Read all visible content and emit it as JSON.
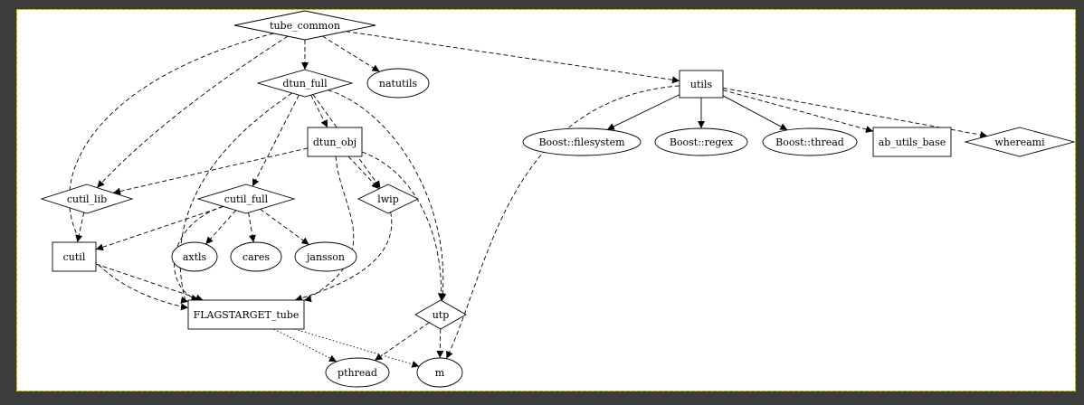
{
  "graph": {
    "background": "#ffffff",
    "canvas_border_color": "#d8d800",
    "nodes": [
      {
        "id": "tube_common",
        "label": "tube_common",
        "shape": "diamond"
      },
      {
        "id": "dtun_full",
        "label": "dtun_full",
        "shape": "diamond"
      },
      {
        "id": "natutils",
        "label": "natutils",
        "shape": "ellipse"
      },
      {
        "id": "utils",
        "label": "utils",
        "shape": "box"
      },
      {
        "id": "dtun_obj",
        "label": "dtun_obj",
        "shape": "box"
      },
      {
        "id": "boost_filesystem",
        "label": "Boost::filesystem",
        "shape": "ellipse"
      },
      {
        "id": "boost_regex",
        "label": "Boost::regex",
        "shape": "ellipse"
      },
      {
        "id": "boost_thread",
        "label": "Boost::thread",
        "shape": "ellipse"
      },
      {
        "id": "ab_utils_base",
        "label": "ab_utils_base",
        "shape": "box"
      },
      {
        "id": "whereami",
        "label": "whereami",
        "shape": "diamond"
      },
      {
        "id": "cutil_lib",
        "label": "cutil_lib",
        "shape": "diamond"
      },
      {
        "id": "cutil_full",
        "label": "cutil_full",
        "shape": "diamond"
      },
      {
        "id": "lwip",
        "label": "lwip",
        "shape": "diamond"
      },
      {
        "id": "cutil",
        "label": "cutil",
        "shape": "box"
      },
      {
        "id": "axtls",
        "label": "axtls",
        "shape": "ellipse"
      },
      {
        "id": "cares",
        "label": "cares",
        "shape": "ellipse"
      },
      {
        "id": "jansson",
        "label": "jansson",
        "shape": "ellipse"
      },
      {
        "id": "flagstarget_tube",
        "label": "FLAGSTARGET_tube",
        "shape": "box"
      },
      {
        "id": "utp",
        "label": "utp",
        "shape": "diamond"
      },
      {
        "id": "pthread",
        "label": "pthread",
        "shape": "ellipse"
      },
      {
        "id": "m",
        "label": "m",
        "shape": "ellipse"
      }
    ],
    "edges": [
      {
        "from": "tube_common",
        "to": "dtun_full",
        "style": "dashed"
      },
      {
        "from": "tube_common",
        "to": "natutils",
        "style": "dashed"
      },
      {
        "from": "tube_common",
        "to": "utils",
        "style": "dashed"
      },
      {
        "from": "tube_common",
        "to": "cutil_lib",
        "style": "dashed"
      },
      {
        "from": "tube_common",
        "to": "flagstarget_tube",
        "style": "dashed"
      },
      {
        "from": "dtun_full",
        "to": "dtun_obj",
        "style": "dashed"
      },
      {
        "from": "dtun_full",
        "to": "cutil_full",
        "style": "dashed"
      },
      {
        "from": "dtun_full",
        "to": "lwip",
        "style": "dashed"
      },
      {
        "from": "dtun_full",
        "to": "utp",
        "style": "dashed"
      },
      {
        "from": "dtun_full",
        "to": "flagstarget_tube",
        "style": "dashed"
      },
      {
        "from": "utils",
        "to": "boost_filesystem",
        "style": "solid"
      },
      {
        "from": "utils",
        "to": "boost_regex",
        "style": "solid"
      },
      {
        "from": "utils",
        "to": "boost_thread",
        "style": "solid"
      },
      {
        "from": "utils",
        "to": "ab_utils_base",
        "style": "dashed"
      },
      {
        "from": "utils",
        "to": "whereami",
        "style": "dashed"
      },
      {
        "from": "utils",
        "to": "m",
        "style": "dashed"
      },
      {
        "from": "dtun_obj",
        "to": "cutil_lib",
        "style": "dashed"
      },
      {
        "from": "dtun_obj",
        "to": "lwip",
        "style": "dashed"
      },
      {
        "from": "dtun_obj",
        "to": "utp",
        "style": "dashed"
      },
      {
        "from": "dtun_obj",
        "to": "flagstarget_tube",
        "style": "dashed"
      },
      {
        "from": "cutil_lib",
        "to": "cutil",
        "style": "dashed"
      },
      {
        "from": "cutil_full",
        "to": "cutil",
        "style": "dashed"
      },
      {
        "from": "cutil_full",
        "to": "axtls",
        "style": "dashed"
      },
      {
        "from": "cutil_full",
        "to": "cares",
        "style": "dashed"
      },
      {
        "from": "cutil_full",
        "to": "jansson",
        "style": "dashed"
      },
      {
        "from": "cutil_full",
        "to": "flagstarget_tube",
        "style": "dashed"
      },
      {
        "from": "lwip",
        "to": "flagstarget_tube",
        "style": "dashed"
      },
      {
        "from": "cutil",
        "to": "flagstarget_tube",
        "style": "dashed"
      },
      {
        "from": "flagstarget_tube",
        "to": "pthread",
        "style": "dotted"
      },
      {
        "from": "flagstarget_tube",
        "to": "m",
        "style": "dotted"
      },
      {
        "from": "utp",
        "to": "pthread",
        "style": "dashed"
      },
      {
        "from": "utp",
        "to": "m",
        "style": "dashed"
      }
    ]
  }
}
